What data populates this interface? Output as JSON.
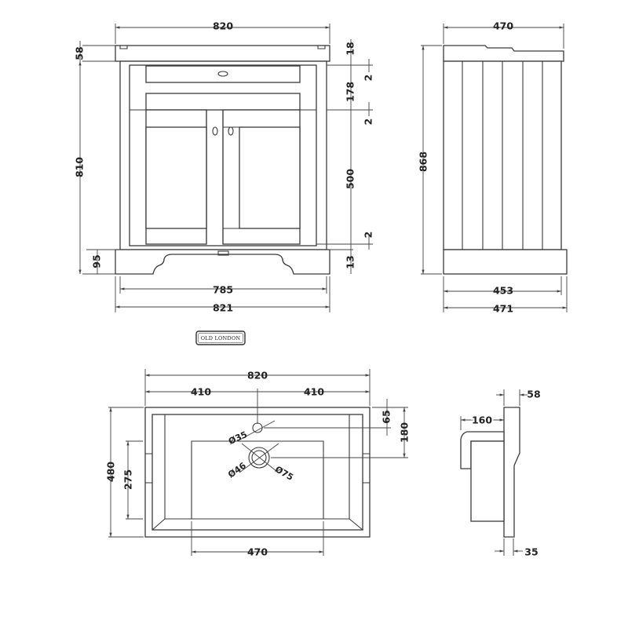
{
  "front_view": {
    "width_top": "820",
    "worktop_height": "58",
    "worktop_lip": "18",
    "gap_top": "2",
    "drawer_height": "178",
    "gap_mid": "2",
    "door_height": "500",
    "gap_bottom": "2",
    "plinth_gap": "13",
    "body_height": "810",
    "plinth_height": "95",
    "inner_width": "785",
    "base_width": "821"
  },
  "side_view": {
    "depth_top": "470",
    "total_height": "868",
    "body_depth": "453",
    "base_depth": "471"
  },
  "logo": {
    "text": "OLD LONDON"
  },
  "basin_plan": {
    "width": "820",
    "half_left": "410",
    "half_right": "410",
    "depth": "480",
    "bowl_depth": "275",
    "bowl_width": "470",
    "tap_offset": "65",
    "waste_offset": "180",
    "tap_hole": "Ø35",
    "waste_inner": "Ø46",
    "waste_outer": "Ø75"
  },
  "basin_side": {
    "back_thickness": "58",
    "bowl_projection": "160",
    "base_thickness": "35"
  }
}
